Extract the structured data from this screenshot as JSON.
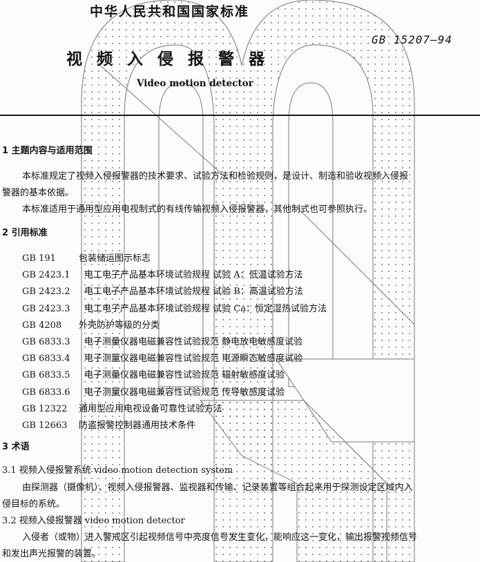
{
  "header": {
    "org": "中华人民共和国国家标准",
    "number": "GB 15207—94",
    "title": "视频入侵报警器",
    "title_en": "Video motion detector"
  },
  "sections": {
    "s1": {
      "heading": "1  主题内容与适用范围",
      "p1_line1": "本标准规定了视频入侵报警器的技术要求、试验方法和检验规则，是设计、制造和验收视频入侵报",
      "p1_line2": "警器的基本依据。",
      "p2": "本标准适用于通用型应用电视制式的有线传输视频入侵报警器，其他制式也可参照执行。"
    },
    "s2": {
      "heading": "2  引用标准",
      "refs": [
        {
          "code": "GB 191",
          "title": "包装储运图示标志"
        },
        {
          "code": "GB 2423.1",
          "title": "电工电子产品基本环境试验规程  试验 A：低温试验方法"
        },
        {
          "code": "GB 2423.2",
          "title": "电工电子产品基本环境试验规程  试验 B：高温试验方法"
        },
        {
          "code": "GB 2423.3",
          "title": "电工电子产品基本环境试验规程  试验 Ca：恒定湿热试验方法"
        },
        {
          "code": "GB 4208",
          "title": "外壳防护等级的分类"
        },
        {
          "code": "GB 6833.3",
          "title": "电子测量仪器电磁兼容性试验规范  静电放电敏感度试验"
        },
        {
          "code": "GB 6833.4",
          "title": "电子测量仪器电磁兼容性试验规范  电源瞬态敏感度试验"
        },
        {
          "code": "GB 6833.5",
          "title": "电子测量仪器电磁兼容性试验规范  辐射敏感度试验"
        },
        {
          "code": "GB 6833.6",
          "title": "电子测量仪器电磁兼容性试验规范  传导敏感度试验"
        },
        {
          "code": "GB 12322",
          "title": "通用型应用电视设备可靠性试验方法"
        },
        {
          "code": "GB 12663",
          "title": "防盗报警控制器通用技术条件"
        }
      ]
    },
    "s3": {
      "heading": "3  术语",
      "t1_heading": "3.1  视频入侵报警系统  video motion detection system",
      "t1_line1": "由探测器（摄像机）、视频入侵报警器、监视器和传输、记录装置等组合起来用于探测设定区域内入",
      "t1_line2": "侵目标的系统。",
      "t2_heading": "3.2  视频入侵报警器  video motion detector",
      "t2_line1": "入侵者（或物）进入警戒区引起视频信号中亮度信号发生变化，能响应这一变化，输出报警视频信号",
      "t2_line2": "和发出声光报警的装置。"
    }
  }
}
